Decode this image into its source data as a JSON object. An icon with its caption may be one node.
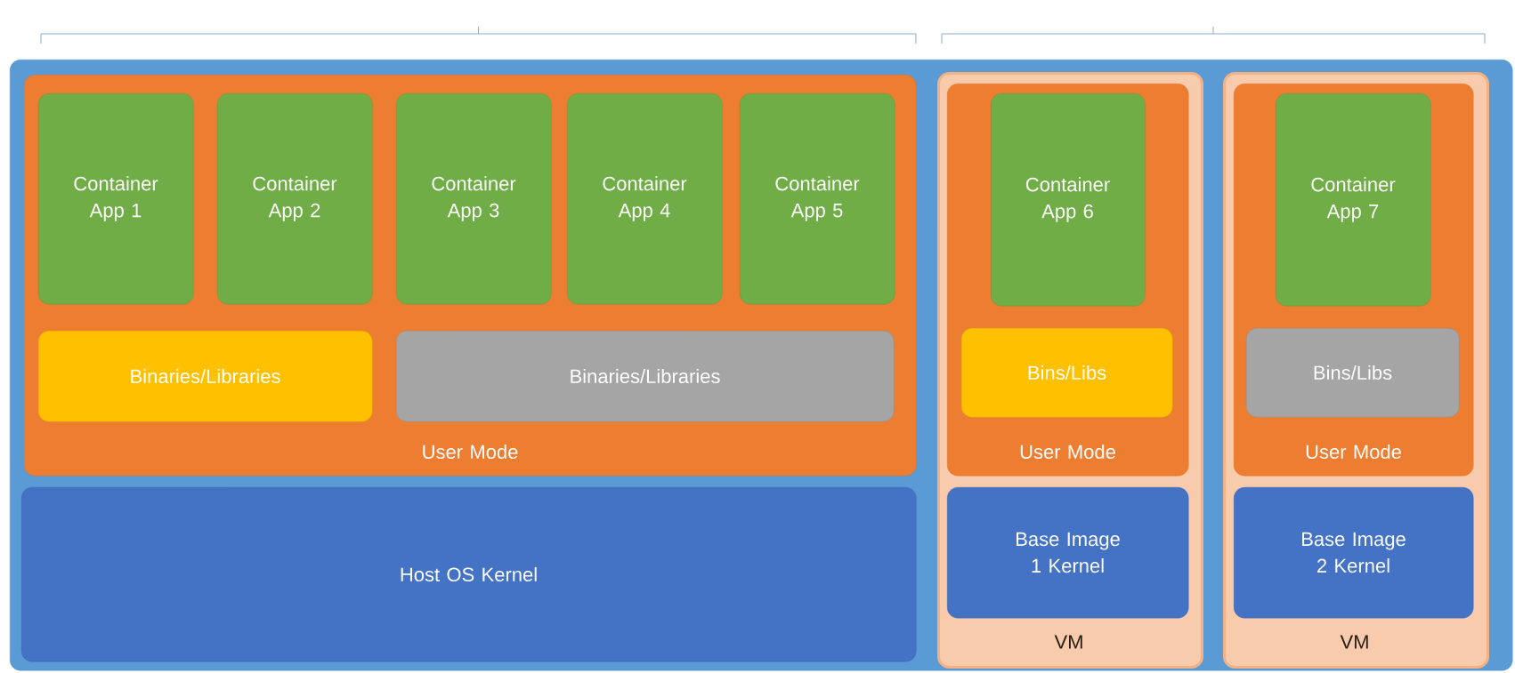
{
  "diagram": {
    "nodes": [
      {
        "text": [],
        "shape": "box"
      },
      {
        "text": [
          "User Mode"
        ],
        "in": 0
      },
      {
        "text": [
          "Container App 1"
        ],
        "in": 1
      },
      {
        "text": [
          "Container App 2"
        ],
        "in": 1
      },
      {
        "text": [
          "Container App 3"
        ],
        "in": 1
      },
      {
        "text": [
          "Container App 4"
        ],
        "in": 1
      },
      {
        "text": [
          "Container App 5"
        ],
        "in": 1
      },
      {
        "text": [
          "Binaries/Libraries"
        ],
        "in": 1
      },
      {
        "text": [
          "Binaries/Libraries"
        ],
        "in": 1
      },
      {
        "text": [
          "Host OS Kernel"
        ],
        "in": 0
      },
      {
        "text": [
          "VM"
        ],
        "in": 0
      },
      {
        "text": [
          "User Mode"
        ],
        "in": 10
      },
      {
        "text": [
          "Container App 6"
        ],
        "in": 11
      },
      {
        "text": [
          "Bins/Libs"
        ],
        "in": 11
      },
      {
        "text": [
          "Base Image 1 Kernel"
        ],
        "in": 10
      },
      {
        "text": [
          "VM"
        ],
        "in": 0
      },
      {
        "text": [
          "User Mode"
        ],
        "in": 15
      },
      {
        "text": [
          "Container App 7"
        ],
        "in": 16
      },
      {
        "text": [
          "Bins/Libs"
        ],
        "in": 16
      },
      {
        "text": [
          "Base Image 2 Kernel"
        ],
        "in": 15
      }
    ]
  }
}
